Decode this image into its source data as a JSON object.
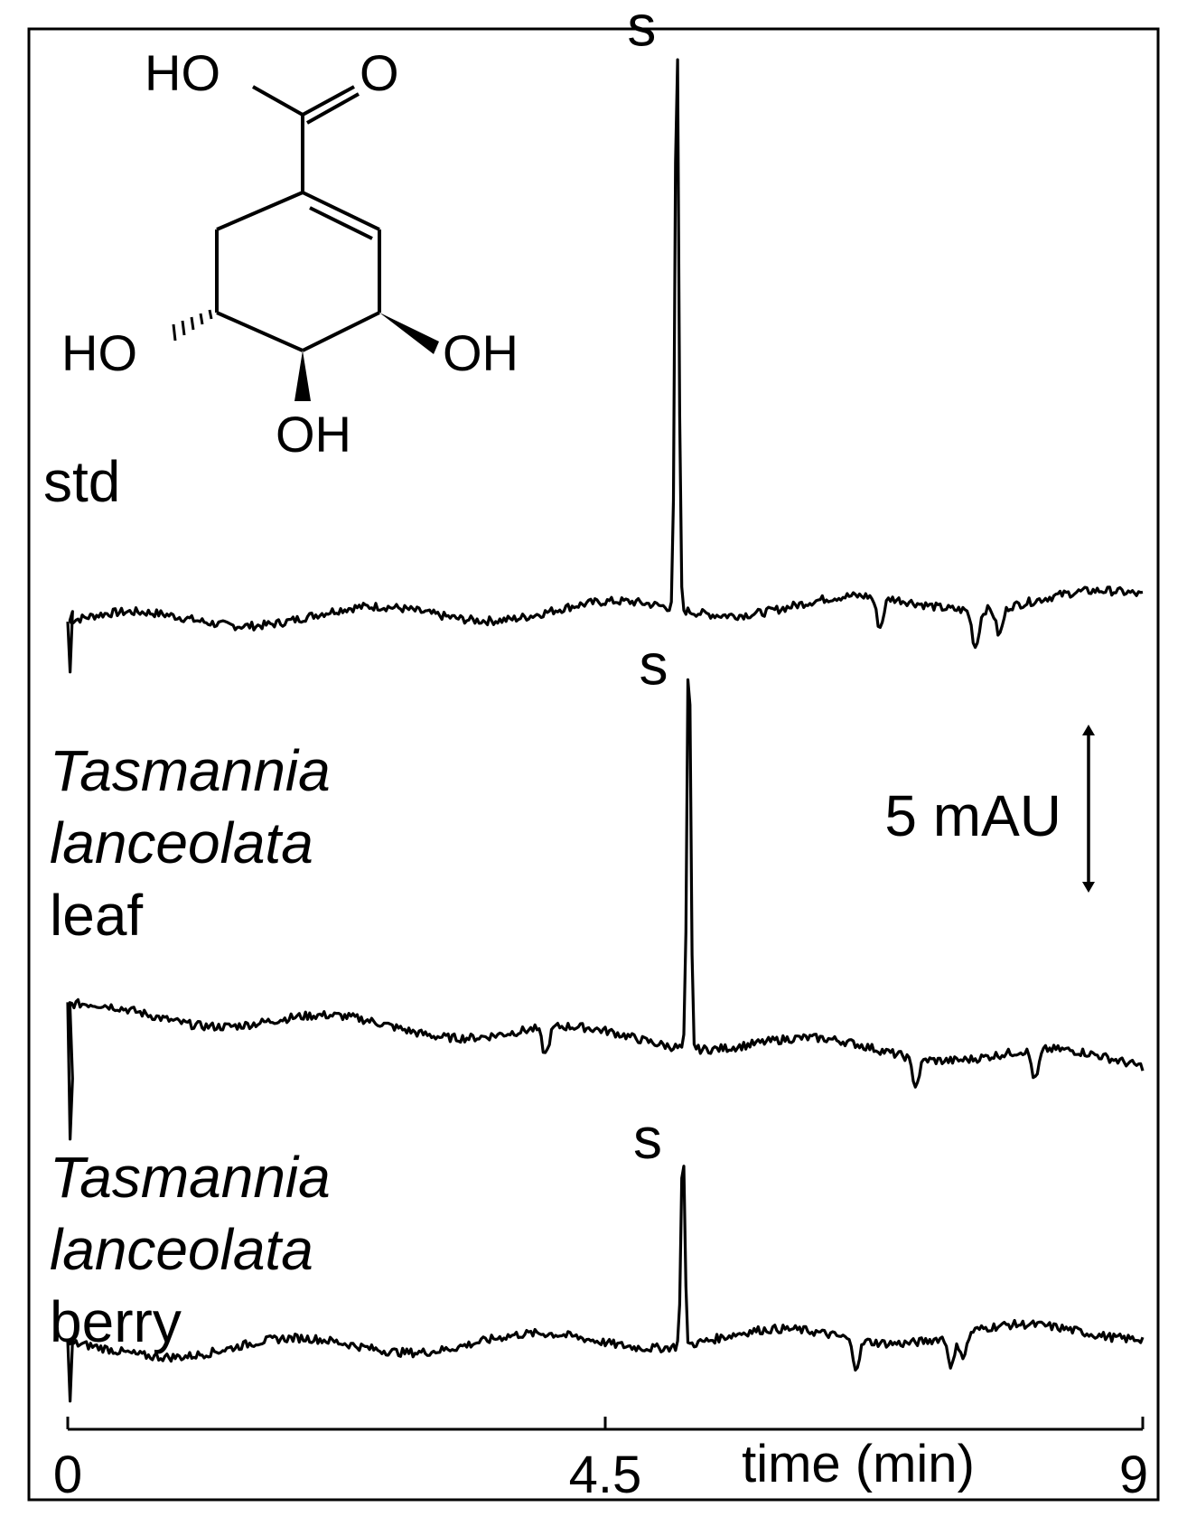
{
  "chart_data": {
    "type": "line",
    "x_axis": {
      "label": "time (min)",
      "range": [
        0,
        9
      ],
      "ticks": [
        "0",
        "4.5",
        "9"
      ]
    },
    "scale_bar": {
      "label": "5 mAU",
      "value": 5,
      "unit": "mAU"
    },
    "peak_label": "s",
    "traces": [
      {
        "id": "std",
        "label_lines": [
          "std"
        ],
        "italic_lines": [
          false
        ],
        "peak_time": 5.1,
        "peak_height_mAU": 17.4,
        "baseline_start_mAU": 0,
        "baseline_end_mAU": 0.7,
        "dips": [
          {
            "t": 6.8,
            "depth_mAU": -0.9
          },
          {
            "t": 7.6,
            "depth_mAU": -1.1
          },
          {
            "t": 7.8,
            "depth_mAU": -0.8
          }
        ]
      },
      {
        "id": "leaf",
        "label_lines": [
          "Tasmannia",
          "lanceolata",
          "leaf"
        ],
        "italic_lines": [
          true,
          true,
          false
        ],
        "peak_time": 5.2,
        "peak_height_mAU": 12.3,
        "baseline_start_mAU": 2.3,
        "baseline_end_mAU": 0.8,
        "dips": [
          {
            "t": 4.0,
            "depth_mAU": -0.8
          },
          {
            "t": 7.1,
            "depth_mAU": -0.8
          },
          {
            "t": 8.1,
            "depth_mAU": -0.9
          }
        ]
      },
      {
        "id": "berry",
        "label_lines": [
          "Tasmannia",
          "lanceolata",
          "berry"
        ],
        "italic_lines": [
          true,
          true,
          false
        ],
        "peak_time": 5.15,
        "peak_height_mAU": 6.0,
        "baseline_start_mAU": 0,
        "baseline_end_mAU": 0.6,
        "dips": [
          {
            "t": 6.6,
            "depth_mAU": -0.8
          },
          {
            "t": 7.4,
            "depth_mAU": -0.9
          },
          {
            "t": 7.5,
            "depth_mAU": -0.7
          }
        ]
      }
    ],
    "structure": {
      "labels": [
        "HO",
        "O",
        "HO",
        "OH",
        "OH"
      ]
    }
  }
}
